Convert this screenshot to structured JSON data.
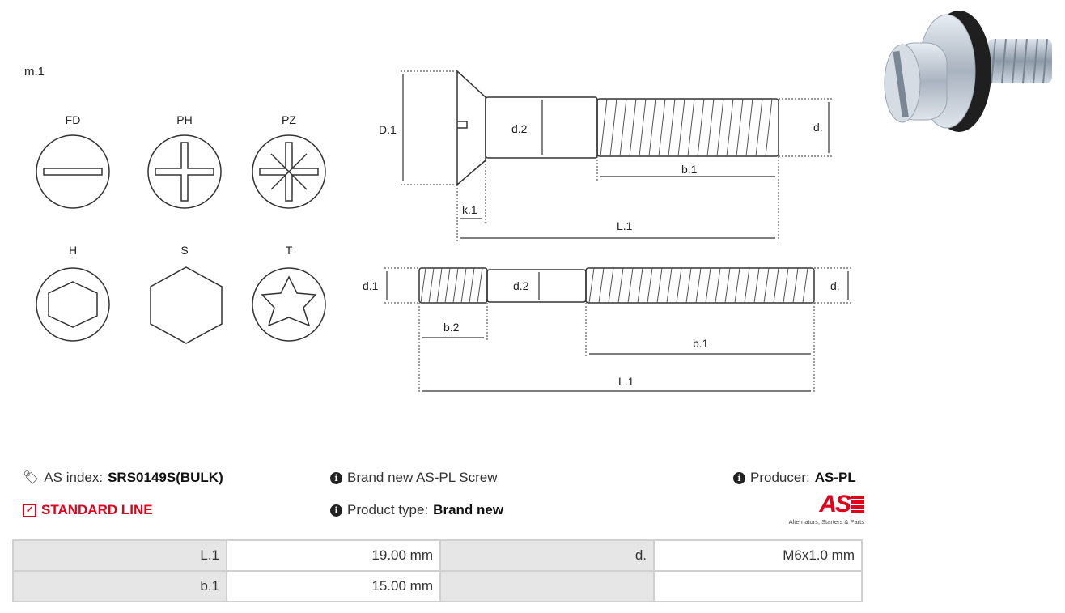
{
  "model_label": "m.1",
  "head_types": [
    "FD",
    "PH",
    "PZ",
    "H",
    "S",
    "T"
  ],
  "diagram1": {
    "labels": [
      "D.1",
      "d.2",
      "d.",
      "b.1",
      "k.1",
      "L.1"
    ]
  },
  "diagram2": {
    "labels": [
      "d.1",
      "d.2",
      "d.",
      "b.2",
      "b.1",
      "L.1"
    ]
  },
  "info": {
    "as_index_label": "AS index:",
    "as_index_value": "SRS0149S(BULK)",
    "standard_line": "STANDARD LINE",
    "description": "Brand new AS-PL Screw",
    "product_type_label": "Product type:",
    "product_type_value": "Brand new",
    "producer_label": "Producer:",
    "producer_value": "AS-PL",
    "logo_text": "AS",
    "logo_tagline": "Alternators, Starters & Parts"
  },
  "specs": [
    {
      "k1": "L.1",
      "v1": "19.00 mm",
      "k2": "d.",
      "v2": "M6x1.0 mm"
    },
    {
      "k1": "b.1",
      "v1": "15.00 mm",
      "k2": "",
      "v2": ""
    }
  ],
  "colors": {
    "accent_red": "#e3001b",
    "line": "#333333"
  }
}
